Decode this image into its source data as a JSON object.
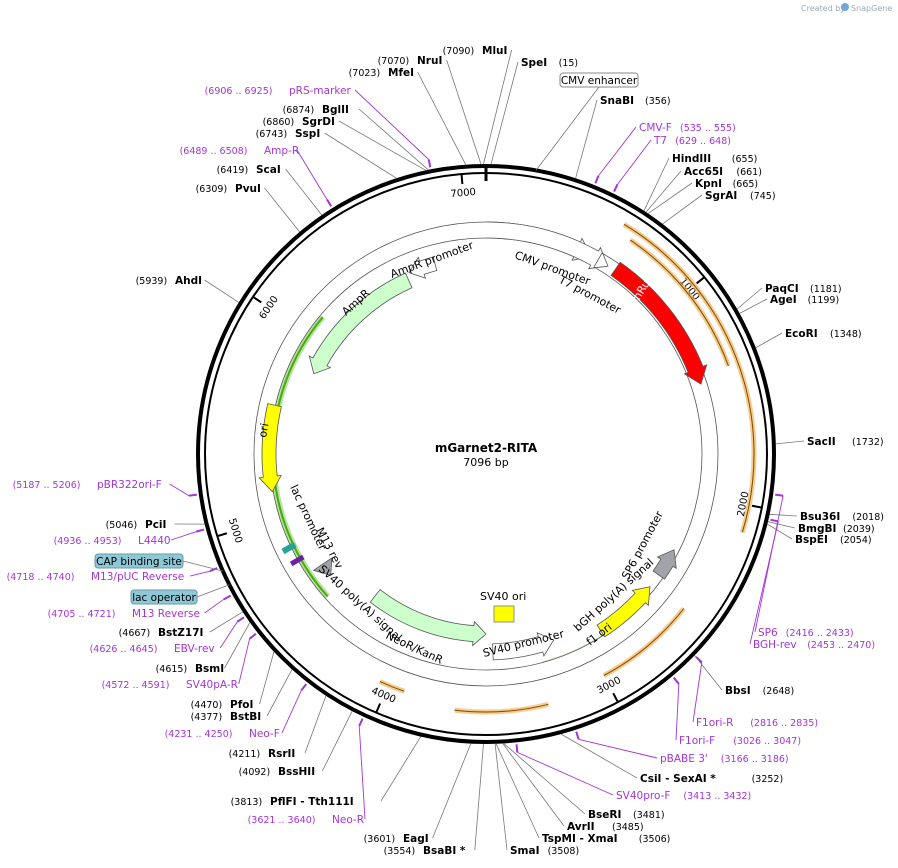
{
  "credit": {
    "prefix": "Created by",
    "brand": "SnapGene"
  },
  "plasmid": {
    "name": "mGarnet2-RITA",
    "length_label": "7096 bp"
  },
  "ticks": [
    "1000",
    "2000",
    "3000",
    "4000",
    "5000",
    "6000",
    "7000"
  ],
  "enzymes": [
    {
      "name": "MluI",
      "pos": "(7090)"
    },
    {
      "name": "SpeI",
      "pos": "(15)"
    },
    {
      "name": "SnaBI",
      "pos": "(356)"
    },
    {
      "name": "HindIII",
      "pos": "(655)"
    },
    {
      "name": "Acc65I",
      "pos": "(661)"
    },
    {
      "name": "KpnI",
      "pos": "(665)"
    },
    {
      "name": "SgrAI",
      "pos": "(745)"
    },
    {
      "name": "PaqCI",
      "pos": "(1181)"
    },
    {
      "name": "AgeI",
      "pos": "(1199)"
    },
    {
      "name": "EcoRI",
      "pos": "(1348)"
    },
    {
      "name": "SacII",
      "pos": "(1732)"
    },
    {
      "name": "Bsu36I",
      "pos": "(2018)"
    },
    {
      "name": "BmgBI",
      "pos": "(2039)"
    },
    {
      "name": "BspEI",
      "pos": "(2054)"
    },
    {
      "name": "BbsI",
      "pos": "(2648)"
    },
    {
      "name": "CsiI - SexAI *",
      "pos": "(3252)"
    },
    {
      "name": "BseRI",
      "pos": "(3481)"
    },
    {
      "name": "AvrII",
      "pos": "(3485)"
    },
    {
      "name": "TspMI - XmaI",
      "pos": "(3506)"
    },
    {
      "name": "SmaI",
      "pos": "(3508)"
    },
    {
      "name": "BsaBI *",
      "pos": "(3554)"
    },
    {
      "name": "EagI",
      "pos": "(3601)"
    },
    {
      "name": "PflFI - Tth111I",
      "pos": "(3813)"
    },
    {
      "name": "BssHII",
      "pos": "(4092)"
    },
    {
      "name": "RsrII",
      "pos": "(4211)"
    },
    {
      "name": "BstBI",
      "pos": "(4377)"
    },
    {
      "name": "PfoI",
      "pos": "(4470)"
    },
    {
      "name": "BsmI",
      "pos": "(4615)"
    },
    {
      "name": "BstZ17I",
      "pos": "(4667)"
    },
    {
      "name": "PciI",
      "pos": "(5046)"
    },
    {
      "name": "AhdI",
      "pos": "(5939)"
    },
    {
      "name": "PvuI",
      "pos": "(6309)"
    },
    {
      "name": "ScaI",
      "pos": "(6419)"
    },
    {
      "name": "SspI",
      "pos": "(6743)"
    },
    {
      "name": "SgrDI",
      "pos": "(6860)"
    },
    {
      "name": "BglII",
      "pos": "(6874)"
    },
    {
      "name": "MfeI",
      "pos": "(7023)"
    },
    {
      "name": "NruI",
      "pos": "(7070)"
    }
  ],
  "primers": [
    {
      "name": "CMV-F",
      "range": "(535 .. 555)"
    },
    {
      "name": "T7",
      "range": "(629 .. 648)"
    },
    {
      "name": "SP6",
      "range": "(2416 .. 2433)"
    },
    {
      "name": "BGH-rev",
      "range": "(2453 .. 2470)"
    },
    {
      "name": "F1ori-R",
      "range": "(2816 .. 2835)"
    },
    {
      "name": "F1ori-F",
      "range": "(3026 .. 3047)"
    },
    {
      "name": "pBABE 3'",
      "range": "(3166 .. 3186)"
    },
    {
      "name": "SV40pro-F",
      "range": "(3413 .. 3432)"
    },
    {
      "name": "Neo-R",
      "range": "(3621 .. 3640)"
    },
    {
      "name": "Neo-F",
      "range": "(4231 .. 4250)"
    },
    {
      "name": "SV40pA-R",
      "range": "(4572 .. 4591)"
    },
    {
      "name": "EBV-rev",
      "range": "(4626 .. 4645)"
    },
    {
      "name": "M13 Reverse",
      "range": "(4705 .. 4721)"
    },
    {
      "name": "M13/pUC Reverse",
      "range": "(4718 .. 4740)"
    },
    {
      "name": "L4440",
      "range": "(4936 .. 4953)"
    },
    {
      "name": "pBR322ori-F",
      "range": "(5187 .. 5206)"
    },
    {
      "name": "Amp-R",
      "range": "(6489 .. 6508)"
    },
    {
      "name": "pRS-marker",
      "range": "(6906 .. 6925)"
    }
  ],
  "boxed_features": [
    "CMV enhancer",
    "CAP binding site",
    "lac operator"
  ],
  "features": {
    "cmv_promoter": "CMV promoter",
    "t7_promoter": "T7 promoter",
    "mruby": "mRuby",
    "sp6_promoter": "SP6 promoter",
    "bgh": "bGH poly(A) signal",
    "f1ori": "f1 ori",
    "sv40_ori": "SV40 ori",
    "sv40_promoter": "SV40 promoter",
    "neo": "NeoR/KanR",
    "sv40_polya": "SV40 poly(A) signal",
    "lac_promoter": "lac promoter",
    "m13rev": "M13 rev",
    "ori": "ori",
    "ampr": "AmpR",
    "ampr_promoter": "AmpR promoter"
  },
  "colors": {
    "mruby": "#ff0000",
    "ori": "#ffff00",
    "f1ori": "#ffff00",
    "ampr": "#ccffcc",
    "neo": "#ccffcc",
    "orf_track": "#f0a030",
    "green_track": "#44aa11",
    "primer": "#a335d6",
    "box": "#8ec8d6",
    "grey": "#a0a4a8"
  }
}
